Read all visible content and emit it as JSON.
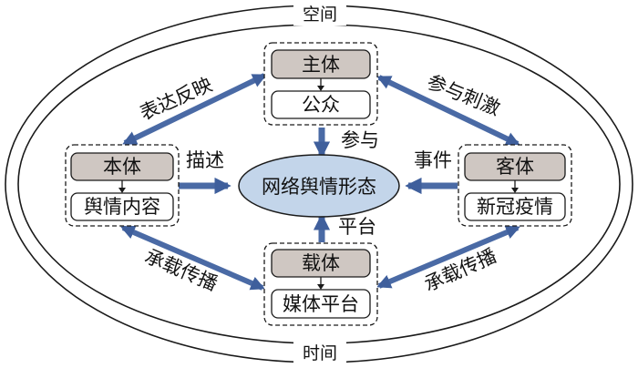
{
  "outer_labels": {
    "top": "空间",
    "bottom": "时间"
  },
  "center": {
    "label": "网络舆情形态"
  },
  "nodes": {
    "subject": {
      "type": "主体",
      "instance": "公众"
    },
    "ontology": {
      "type": "本体",
      "instance": "舆情内容"
    },
    "object": {
      "type": "客体",
      "instance": "新冠疫情"
    },
    "carrier": {
      "type": "载体",
      "instance": "媒体平台"
    }
  },
  "relations": {
    "ontology_subject": "表达反映",
    "subject_object": "参与刺激",
    "ontology_carrier": "承载传播",
    "carrier_object": "承载传播",
    "subject_center": "参与",
    "ontology_center": "描述",
    "object_center": "事件",
    "carrier_center": "平台"
  },
  "colors": {
    "arrow": "#4a6aa5",
    "arrow_edge": "#2f4f8c",
    "type_box": "#cfc7c2",
    "center_fill": "#c3d5ea",
    "line": "#1a1a1a"
  }
}
